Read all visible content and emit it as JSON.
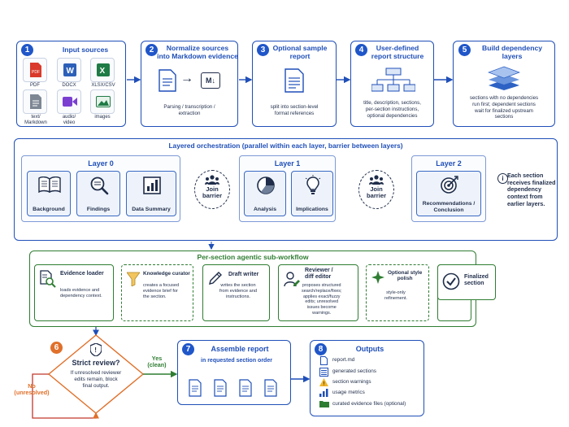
{
  "step1": {
    "num": "1",
    "title": "Input sources",
    "files": [
      {
        "label": "PDF",
        "icon": "pdf-icon"
      },
      {
        "label": "DOCX",
        "icon": "word-icon"
      },
      {
        "label": "XLSX/CSV",
        "icon": "excel-icon"
      },
      {
        "label": "text/\nMarkdown",
        "icon": "text-file-icon"
      },
      {
        "label": "audio/\nvideo",
        "icon": "audio-video-icon"
      },
      {
        "label": "images",
        "icon": "image-icon"
      }
    ]
  },
  "step2": {
    "num": "2",
    "title": "Normalize sources\ninto Markdown evidence",
    "arrow": "→",
    "md": "M↓",
    "desc": "Parsing / transcription /\nextraction"
  },
  "step3": {
    "num": "3",
    "title": "Optional sample\nreport",
    "desc": "split into section-level\nformat references"
  },
  "step4": {
    "num": "4",
    "title": "User-defined\nreport structure",
    "desc": "title, description, sections,\nper-section instructions,\noptional dependencies"
  },
  "step5": {
    "num": "5",
    "title": "Build dependency\nlayers",
    "desc": "sections with no dependencies\nrun first; dependent sections\nwait for finalized upstream\nsections"
  },
  "orchestration": {
    "title": "Layered orchestration (parallel within each layer, barrier between layers)",
    "layer0": {
      "title": "Layer 0",
      "modules": [
        "Background",
        "Findings",
        "Data Summary"
      ]
    },
    "join": "Join\nbarrier",
    "layer1": {
      "title": "Layer 1",
      "modules": [
        "Analysis",
        "Implications"
      ]
    },
    "layer2": {
      "title": "Layer 2",
      "modules": [
        "Recommendations /\nConclusion"
      ]
    },
    "note": "Each section\nreceives finalized\ndependency\ncontext from\nearlier layers."
  },
  "subworkflow": {
    "title": "Per-section agentic sub-workflow",
    "steps": [
      {
        "title": "Evidence loader",
        "desc": "loads evidence and\ndependency context."
      },
      {
        "title": "Knowledge curator",
        "desc": "creates a focused\nevidence brief for\nthe section."
      },
      {
        "title": "Draft writer",
        "desc": "writes the section\nfrom evidence and\ninstructions."
      },
      {
        "title": "Reviewer /\ndiff editor",
        "desc": "proposes structured\nsearch/replace/fixes;\napplies exact/fuzzy\nedits; unresolved\nissues become\nwarnings."
      },
      {
        "title": "Optional style\npolish",
        "desc": "style-only\nrefinement."
      },
      {
        "title": "Finalized\nsection",
        "desc": ""
      }
    ]
  },
  "step6": {
    "num": "6",
    "title": "Strict review?",
    "desc": "If unresolved reviewer\nedits remain, block\nfinal output.",
    "yes": "Yes\n(clean)",
    "no": "No\n(unresolved)"
  },
  "step7": {
    "num": "7",
    "title": "Assemble report",
    "subtitle": "in requested section order"
  },
  "step8": {
    "num": "8",
    "title": "Outputs",
    "items": [
      {
        "label": "report.md",
        "icon": "document-icon"
      },
      {
        "label": "generated sections",
        "icon": "sections-icon"
      },
      {
        "label": "section warnings",
        "icon": "warning-icon"
      },
      {
        "label": "usage metrics",
        "icon": "bar-chart-icon"
      },
      {
        "label": "curated evidence files (optional)",
        "icon": "folder-icon"
      }
    ]
  },
  "colors": {
    "blue": "#1f4fb8",
    "green": "#2f7d32",
    "orange": "#e0702a",
    "red": "#c0392b"
  }
}
